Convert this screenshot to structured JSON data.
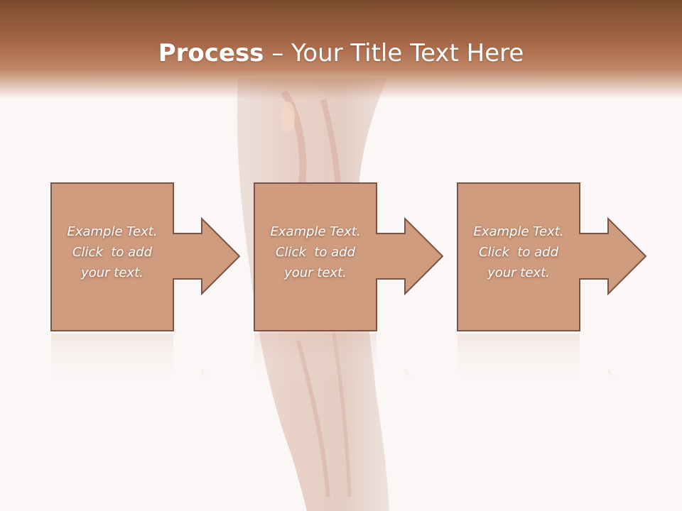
{
  "title": {
    "bold": "Process",
    "rest": " – Your Title Text Here"
  },
  "steps": [
    {
      "line1": "Example Text.",
      "line2": "Click  to add",
      "line3": "your text."
    },
    {
      "line1": "Example Text.",
      "line2": "Click  to add",
      "line3": "your text."
    },
    {
      "line1": "Example Text.",
      "line2": "Click  to add",
      "line3": "your text."
    }
  ],
  "colors": {
    "box_fill": "#cf9c7f",
    "box_stroke": "#7c5345",
    "title_band": "#a8694a",
    "background": "#fbf7f6"
  }
}
